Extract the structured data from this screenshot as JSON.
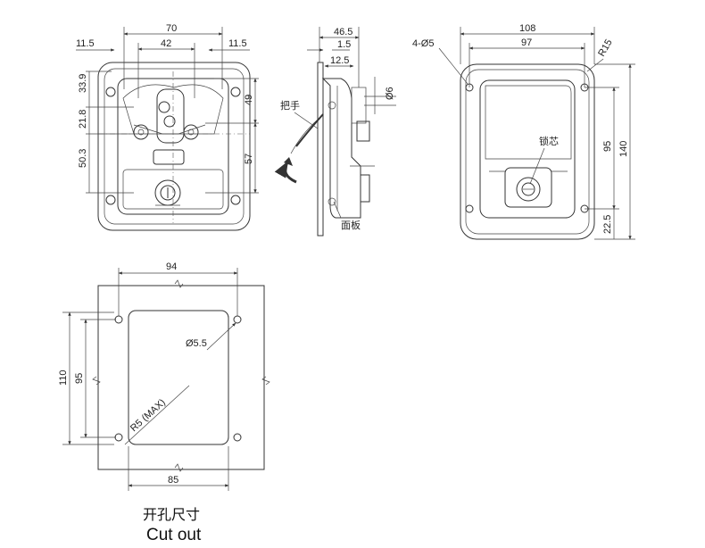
{
  "front_view": {
    "dims": {
      "width_outer": "70",
      "width_inner": "42",
      "offset_left": "11.5",
      "offset_right": "11.5",
      "v1": "33.9",
      "v2": "21.8",
      "v3": "50.3",
      "right_top": "49",
      "right_bottom": "57"
    }
  },
  "side_view": {
    "dims": {
      "overall": "46.5",
      "flange": "1.5",
      "depth": "12.5",
      "shaft": "6"
    },
    "labels": {
      "handle": "把手",
      "panel": "面板"
    }
  },
  "rear_view": {
    "dims": {
      "holes": "4-Ø5",
      "outer_width": "108",
      "inner_width": "97",
      "corner_radius": "R15",
      "height_outer": "140",
      "height_inner": "95",
      "bottom": "22.5"
    },
    "labels": {
      "lock_core": "锁芯"
    }
  },
  "cutout_view": {
    "dims": {
      "top_width": "94",
      "bottom_width": "85",
      "left_outer": "110",
      "left_inner": "95",
      "hole": "Ø5.5",
      "radius": "R5 (MAX)"
    }
  },
  "caption": {
    "cn": "开孔尺寸",
    "en": "Cut out"
  }
}
